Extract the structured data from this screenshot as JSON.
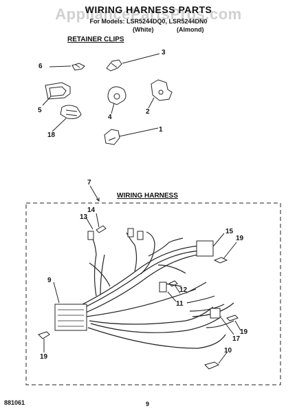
{
  "header": {
    "title": "WIRING HARNESS PARTS",
    "watermark": "AppliancePartsPros.com",
    "subtitle": "For Models: LSR5244DQ0, LSR5244DN0",
    "color_white": "(White)",
    "color_almond": "(Almond)"
  },
  "sections": {
    "retainer_clips": "RETAINER CLIPS",
    "wiring_harness": "WIRING HARNESS"
  },
  "callouts": {
    "n1": "1",
    "n2": "2",
    "n3": "3",
    "n4": "4",
    "n5": "5",
    "n6": "6",
    "n7": "7",
    "n9": "9",
    "n10": "10",
    "n11": "11",
    "n12": "12",
    "n13": "13",
    "n14": "14",
    "n15": "15",
    "n17": "17",
    "n18": "18",
    "n19a": "19",
    "n19b": "19",
    "n19c": "19"
  },
  "footer": {
    "code": "881061",
    "page": "9"
  }
}
